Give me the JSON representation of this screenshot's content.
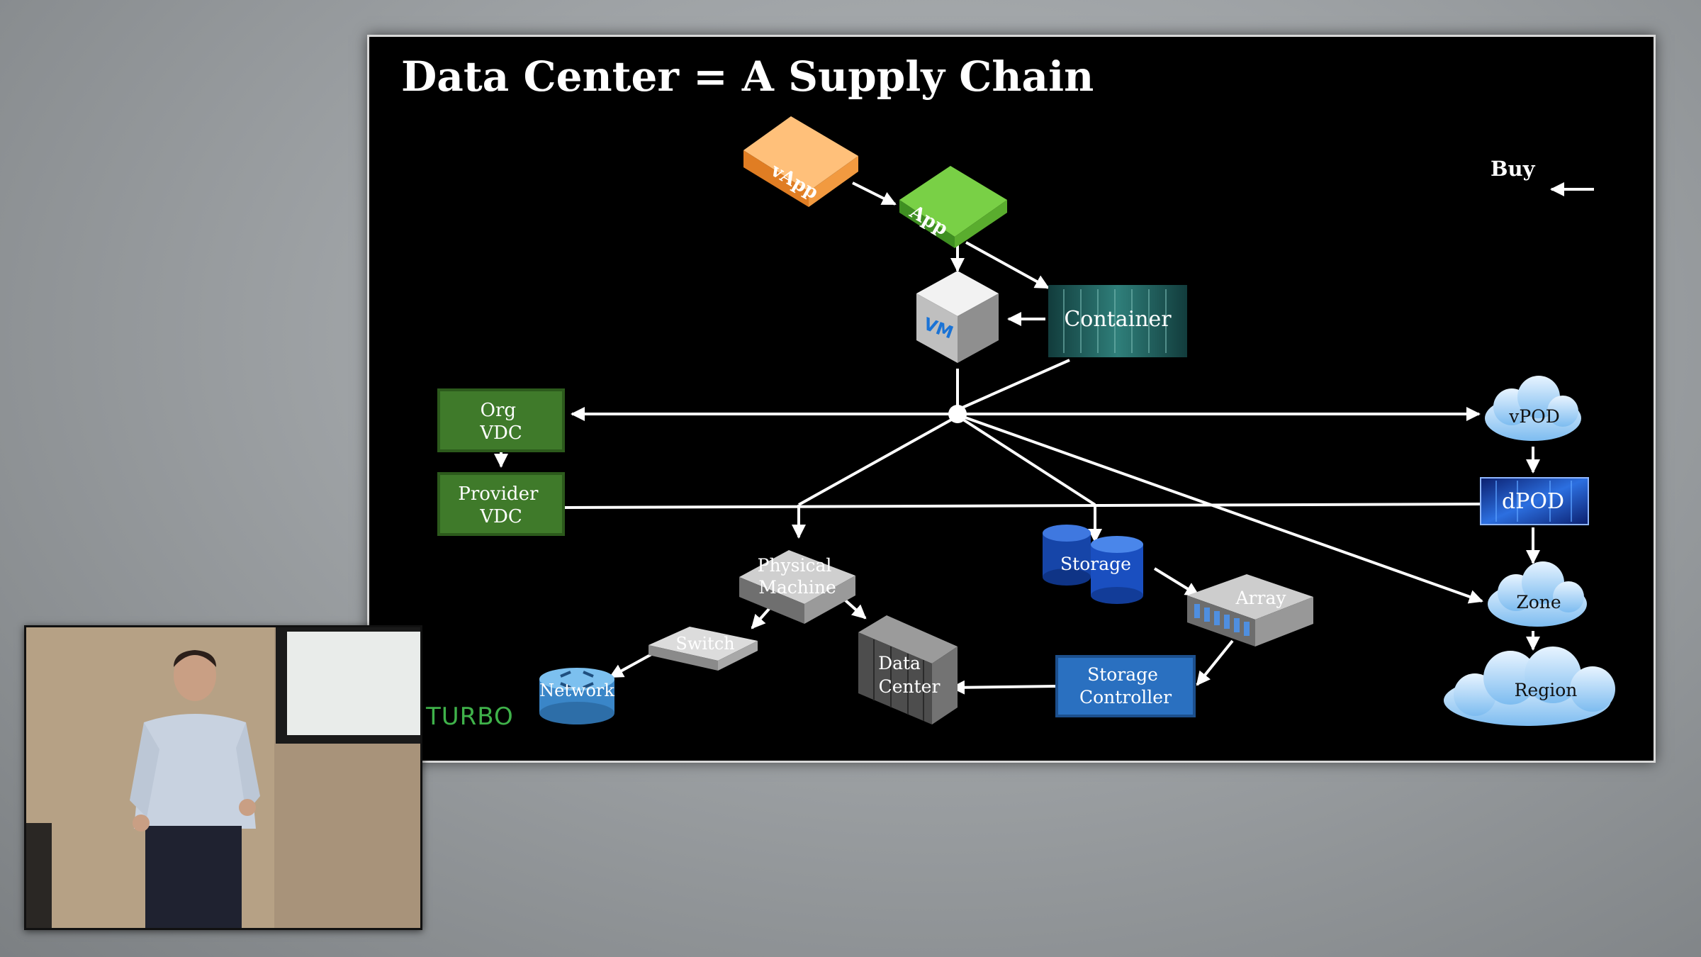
{
  "slide": {
    "title": "Data Center = A Supply Chain",
    "buy_label": "Buy",
    "brand": "TURBO",
    "nodes": {
      "vapp": "vApp",
      "app": "App",
      "vm": "VM",
      "container": "Container",
      "org_vdc": [
        "Org",
        "VDC"
      ],
      "provider_vdc": [
        "Provider",
        "VDC"
      ],
      "physical_machine": [
        "Physical",
        "Machine"
      ],
      "switch": "Switch",
      "network": "Network",
      "data_center": [
        "Data",
        "Center"
      ],
      "storage": "Storage",
      "array": "Array",
      "storage_controller": [
        "Storage",
        "Controller"
      ],
      "vpod": "vPOD",
      "dpod": "dPOD",
      "zone": "Zone",
      "region": "Region"
    }
  },
  "colors": {
    "slide_bg": "#000000",
    "vapp": "#f0923a",
    "app": "#5cb82e",
    "vdc": "#3f7a2a",
    "storage": "#1c55c8",
    "storage_controller": "#2a70c0",
    "cloud": "#a7d2f4",
    "brand": "#3fb24a"
  }
}
